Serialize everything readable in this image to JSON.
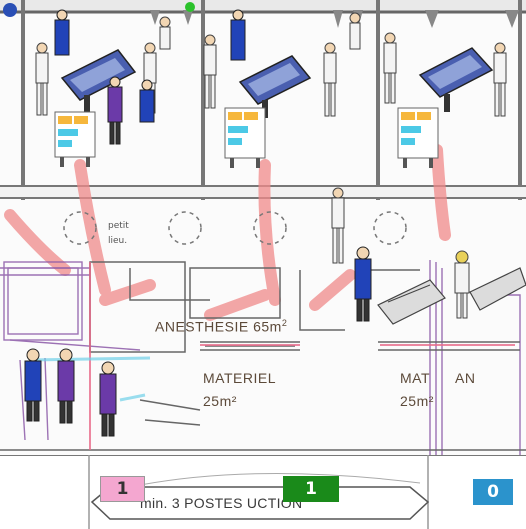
{
  "rooms": {
    "anesthesia_label": "ANESTHESIE 65m",
    "anesthesia_sup": "2",
    "materiel_label": "MATERIEL",
    "materiel_area": "25m²",
    "materiel2_label_a": "MAT",
    "materiel2_label_b": "AN",
    "materiel2_area": "25m²",
    "sketch_note": "petit lieu"
  },
  "counters": {
    "pink_value": "1",
    "green_value": "1",
    "blue_value": "0",
    "pink_color": "#f4a7d0",
    "green_color": "#1a8a1a",
    "blue_color": "#2b93cc"
  },
  "banner": {
    "text": "min. 3 POSTES    UCTION"
  }
}
